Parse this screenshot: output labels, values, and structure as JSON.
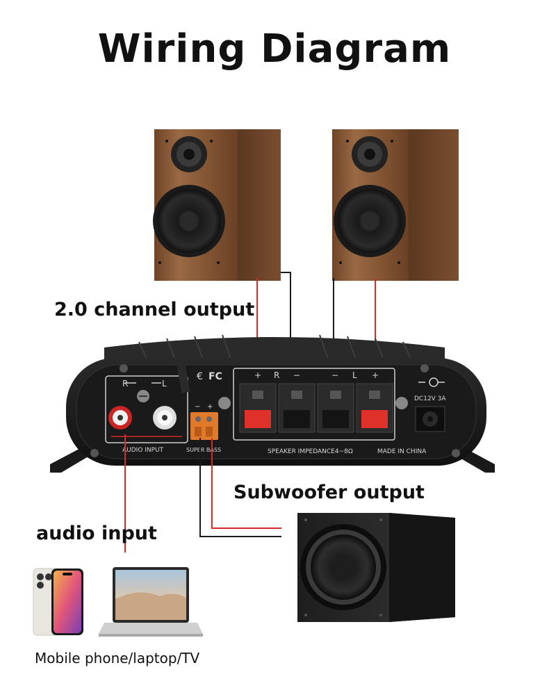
{
  "title": "Wiring Diagram",
  "labels": {
    "channel_output": "2.0 channel output",
    "subwoofer_output": "Subwoofer output",
    "audio_input": "audio input",
    "source_devices": "Mobile phone/laptop/TV"
  },
  "amp_panel": {
    "audio_channel_r": "R",
    "audio_channel_l": "L",
    "audio_input": "AUDIO INPUT",
    "super_bass": "SUPER BASS",
    "sub_minus": "−",
    "sub_plus": "+",
    "spk_r_plus": "+",
    "spk_r": "R",
    "spk_r_minus": "−",
    "spk_l_minus": "−",
    "spk_l": "L",
    "spk_l_plus": "+",
    "speaker_impedance": "SPEAKER IMPEDANCE4~8Ω",
    "made_in": "MADE IN CHINA",
    "power_rating": "DC12V 3A",
    "cert_ce": "€",
    "cert_fc": "FC"
  },
  "colors": {
    "wire_red": "#d42a2a",
    "wire_black": "#1a1a1a",
    "wood": "#8a5a3a",
    "amp_body": "#1c1c1c"
  }
}
